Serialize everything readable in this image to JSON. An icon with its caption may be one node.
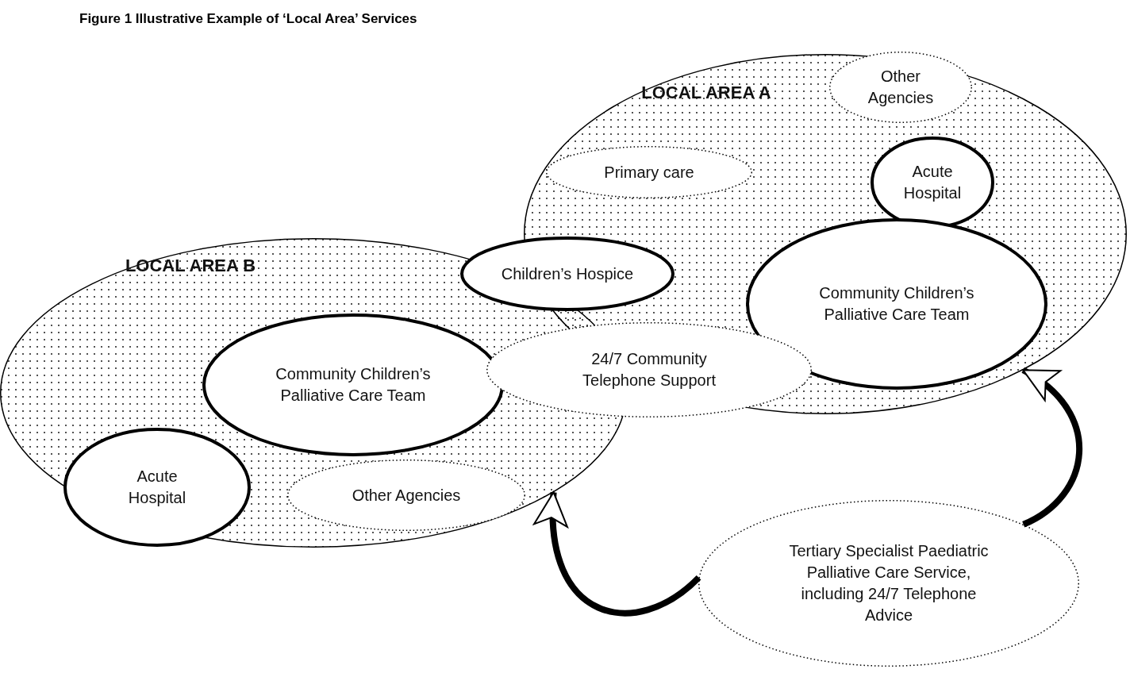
{
  "diagram": {
    "title": "Figure 1 Illustrative Example of ‘Local Area’ Services",
    "nodes": [
      {
        "text": [
          "LOCAL AREA A"
        ]
      },
      {
        "text": [
          "Other Agencies"
        ],
        "in": 0
      },
      {
        "text": [
          "Primary care"
        ],
        "in": 0
      },
      {
        "text": [
          "Acute Hospital"
        ],
        "in": 0
      },
      {
        "text": [
          "Community Children’s Palliative Care Team"
        ],
        "in": 0
      },
      {
        "text": [
          "LOCAL AREA B"
        ]
      },
      {
        "text": [
          "Children’s Hospice"
        ]
      },
      {
        "text": [
          "Community Children’s Palliative Care Team"
        ],
        "in": 5
      },
      {
        "text": [
          "Acute Hospital"
        ],
        "in": 5
      },
      {
        "text": [
          "Other Agencies"
        ],
        "in": 5
      },
      {
        "text": [
          "24/7 Community Telephone Support"
        ]
      },
      {
        "text": [
          "Tertiary Specialist Paediatric Palliative Care Service, including 24/7 Telephone Advice"
        ]
      }
    ],
    "edges": [
      {
        "from": 11,
        "to": 5,
        "arrow": "to"
      },
      {
        "from": 11,
        "to": 0,
        "arrow": "to"
      }
    ]
  }
}
